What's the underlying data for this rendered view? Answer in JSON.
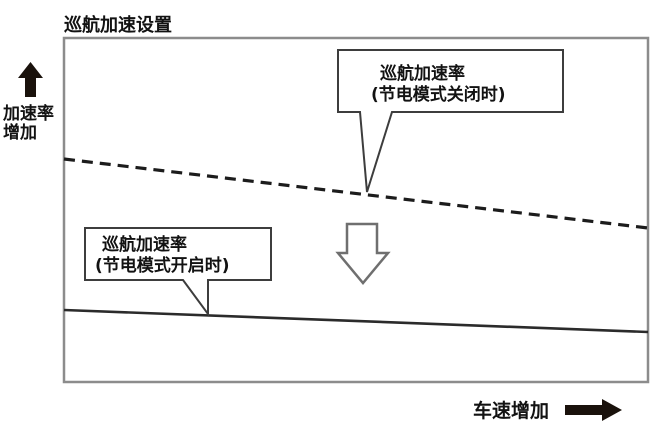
{
  "title": "巡航加速设置",
  "y_axis": {
    "label_line1": "加速率",
    "label_line2": "增加",
    "arrow_direction": "up"
  },
  "x_axis": {
    "label": "车速增加",
    "arrow_direction": "right"
  },
  "callouts": {
    "eco_off": {
      "line1": "巡航加速率",
      "line2": "(节电模式关闭时)",
      "points_to": "dashed-line"
    },
    "eco_on": {
      "line1": "巡航加速率",
      "line2": "(节电模式开启时)",
      "points_to": "solid-line"
    }
  },
  "lines": {
    "eco_off": {
      "style": "dashed",
      "meaning": "cruise acceleration rate with power-save mode off",
      "trend": "decreasing-with-speed"
    },
    "eco_on": {
      "style": "solid",
      "meaning": "cruise acceleration rate with power-save mode on",
      "trend": "decreasing-with-speed"
    },
    "relation_arrow": "down"
  },
  "colors": {
    "background": "#ffffff",
    "chart_border": "#8c8c8c",
    "dashed_line": "#1c1c1c",
    "solid_line": "#2b2b2b",
    "callout_border": "#3d3d3d",
    "down_arrow_outline": "#6f6f6f",
    "text": "#121212",
    "axis_arrow_fill": "#1a120c"
  }
}
